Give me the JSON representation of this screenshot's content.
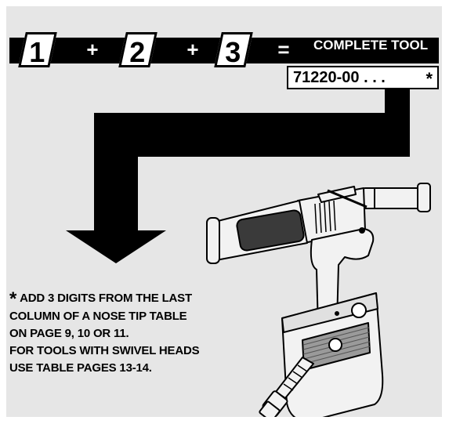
{
  "equation": {
    "box1": "1",
    "op1": "+",
    "box2": "2",
    "op2": "+",
    "box3": "3",
    "equals": "=",
    "result_label": "COMPLETE TOOL"
  },
  "part_number": {
    "value": "71220-00 . . .",
    "suffix_marker": "*"
  },
  "footnote": {
    "marker": "*",
    "lines": [
      "ADD 3 DIGITS FROM THE LAST",
      "COLUMN OF A NOSE TIP TABLE",
      "ON PAGE 9, 10 OR 11.",
      "FOR TOOLS WITH SWIVEL HEADS",
      "USE TABLE PAGES 13-14."
    ]
  },
  "illustration": {
    "name": "pneumatic-rivet-tool",
    "colors": {
      "panel": "#e6e6e6",
      "bar": "#000000",
      "tool": "#f2f2f2"
    }
  }
}
